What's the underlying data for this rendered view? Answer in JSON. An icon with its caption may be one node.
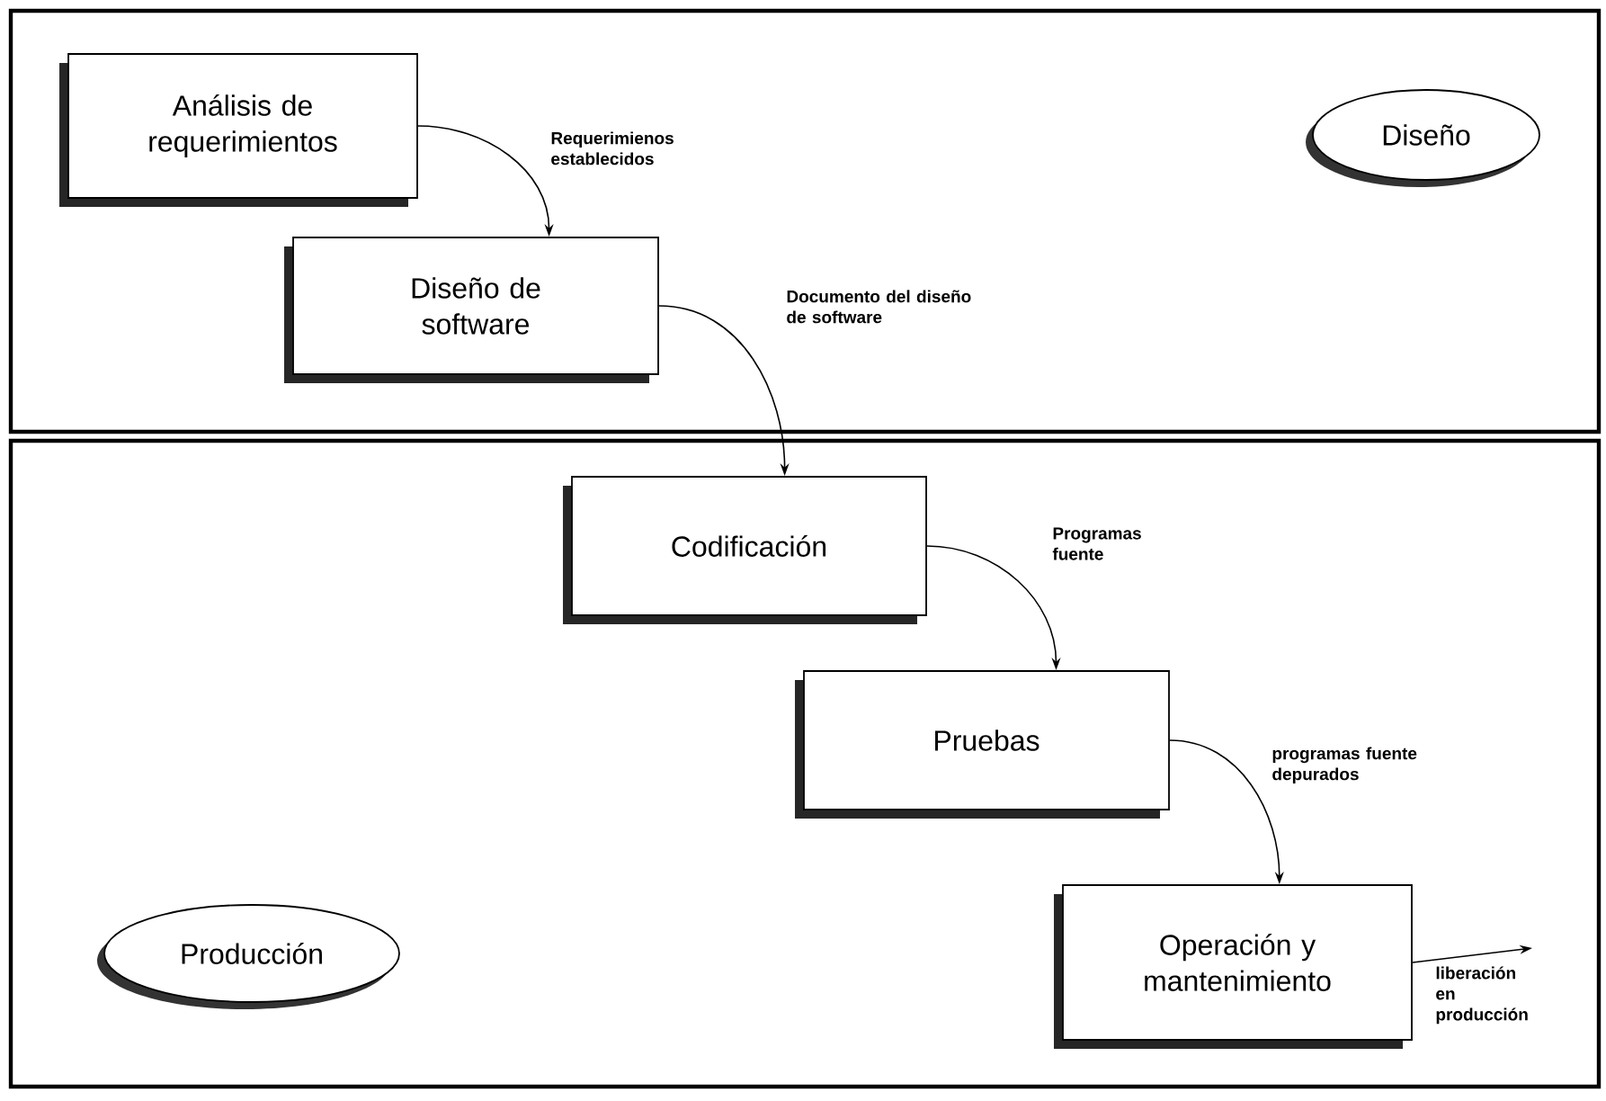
{
  "diagram": {
    "nodes": [
      {
        "text": [],
        "shape": "box"
      },
      {
        "text": [
          "Análisis de requerimientos"
        ],
        "in": 0
      },
      {
        "text": [
          "Diseño"
        ],
        "in": 0
      },
      {
        "text": [
          "Diseño de software"
        ],
        "in": 0
      },
      {
        "text": [],
        "shape": "box"
      },
      {
        "text": [
          "Codificación"
        ],
        "in": 4
      },
      {
        "text": [
          "Pruebas"
        ],
        "in": 4
      },
      {
        "text": [
          "Producción"
        ],
        "in": 4
      },
      {
        "text": [
          "Operación y mantenimiento"
        ],
        "in": 4
      }
    ],
    "edges": [
      {
        "from": 1,
        "to": 3,
        "arrow": "to",
        "label": "Requerimienos establecidos"
      },
      {
        "from": 3,
        "to": 5,
        "arrow": "to",
        "label": "Documento del diseño de software"
      },
      {
        "from": 5,
        "to": 6,
        "arrow": "to",
        "label": "Programas fuente"
      },
      {
        "from": 6,
        "to": 8,
        "arrow": "to",
        "label": "programas fuente depurados"
      },
      {
        "from": 8,
        "to": null,
        "arrow": "to",
        "label": "liberación en producción"
      }
    ]
  }
}
